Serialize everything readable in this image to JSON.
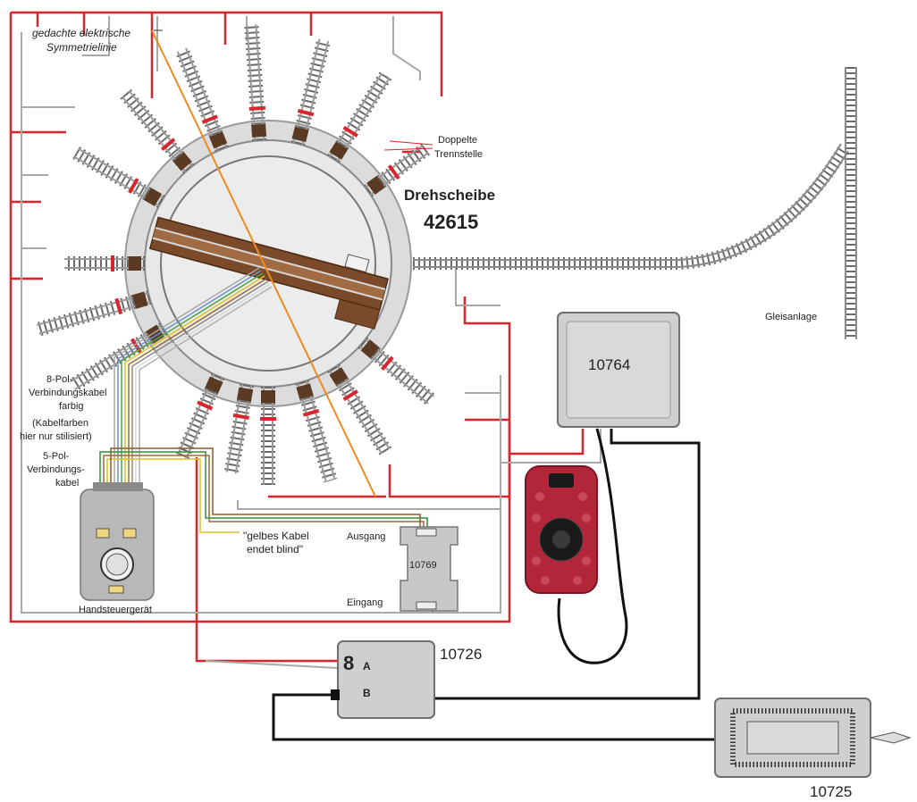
{
  "labels": {
    "symmetry_line_1": "gedachte elektrische",
    "symmetry_line_2": "Symmetrielinie",
    "double_gap_1": "Doppelte",
    "double_gap_2": "Trennstelle",
    "turntable_name": "Drehscheibe",
    "turntable_number": "42615",
    "track_layout": "Gleisanlage",
    "cable8_1": "8-Pol-",
    "cable8_2": "Verbindungskabel",
    "cable8_3": "farbig",
    "cable8_4": "(Kabelfarben",
    "cable8_5": "hier nur stilisiert)",
    "cable5_1": "5-Pol-",
    "cable5_2": "Verbindungs-",
    "cable5_3": "kabel",
    "handheld": "Handsteuergerät",
    "yellow_1": "\"gelbes Kabel",
    "yellow_2": "endet blind\"",
    "output": "Ausgang",
    "input": "Eingang",
    "decoder_num": "10769",
    "controller_num": "10764",
    "switchbox_num": "10726",
    "switchbox_8": "8",
    "switchbox_a": "A",
    "switchbox_b": "B",
    "transformer_num": "10725"
  },
  "colors": {
    "red_wire": "#d9252c",
    "gray_wire": "#a8a8a8",
    "black_wire": "#111111",
    "orange_line": "#f08a1c",
    "bridge": "#7a4a2a",
    "device_gray": "#cfcfcf",
    "device_dark": "#6e6e6e",
    "handheld_red": "#b3263a"
  }
}
